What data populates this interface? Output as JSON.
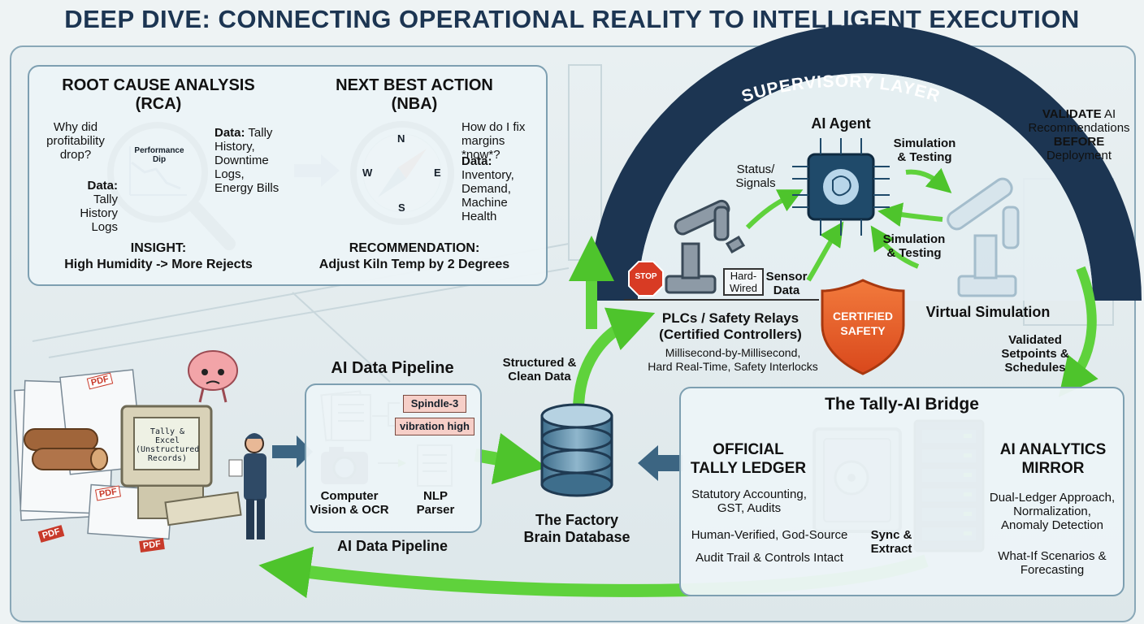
{
  "title": "DEEP DIVE: CONNECTING OPERATIONAL REALITY TO INTELLIGENT EXECUTION",
  "rca": {
    "heading1": "ROOT CAUSE ANALYSIS",
    "heading2": "(RCA)",
    "question1": "Why did",
    "question2": "profitability",
    "question3": "drop?",
    "data_label": "Data:",
    "data_left1": "Tally",
    "data_left2": "History",
    "data_left3": "Logs",
    "data_right1": "Data: Tally",
    "data_right2": "History,",
    "data_right3": "Downtime",
    "data_right4": "Logs,",
    "data_right5": "Energy Bills",
    "chart_label1": "Performance",
    "chart_label2": "Dip",
    "insight_label": "INSIGHT:",
    "insight_text": "High Humidity -> More Rejects"
  },
  "nba": {
    "heading1": "NEXT BEST ACTION",
    "heading2": "(NBA)",
    "question1": "How do I fix",
    "question2": "margins *now*?",
    "data1": "Data:",
    "data2": "Inventory,",
    "data3": "Demand,",
    "data4": "Machine",
    "data5": "Health",
    "compass_n": "N",
    "compass_e": "E",
    "compass_s": "S",
    "compass_w": "W",
    "rec_label": "RECOMMENDATION:",
    "rec_text": "Adjust Kiln Temp by 2 Degrees"
  },
  "supervisory": {
    "arc_label": "SUPERVISORY LAYER",
    "agent": "AI Agent",
    "status1": "Status/",
    "status2": "Signals",
    "sim_top1": "Simulation",
    "sim_top2": "& Testing",
    "sim_mid1": "Simulation",
    "sim_mid2": "& Testing",
    "stop": "STOP",
    "hard1": "Hard-",
    "hard2": "Wired",
    "sensor1": "Sensor",
    "sensor2": "Data",
    "plc1": "PLCs / Safety Relays",
    "plc2": "(Certified Controllers)",
    "ms1": "Millisecond-by-Millisecond,",
    "ms2": "Hard Real-Time, Safety Interlocks",
    "certified1": "CERTIFIED",
    "certified2": "SAFETY",
    "virtual": "Virtual Simulation"
  },
  "validate": {
    "line1a": "VALIDATE",
    "line1b": " AI",
    "line2": "Recommendations",
    "line3": "BEFORE",
    "line4": "Deployment"
  },
  "validated_setpoints": {
    "line1": "Validated",
    "line2": "Setpoints &",
    "line3": "Schedules"
  },
  "structured": {
    "line1": "Structured &",
    "line2": "Clean Data"
  },
  "factory": {
    "monitor1": "Tally & Excel",
    "monitor2": "(Unstructured",
    "monitor3": "Records)",
    "pdf": "PDF"
  },
  "pipeline": {
    "title_top": "AI Data Pipeline",
    "title_bottom": "AI Data Pipeline",
    "tag1": "Spindle-3",
    "tag2": "vibration high",
    "cv1": "Computer",
    "cv2": "Vision & OCR",
    "nlp1": "NLP",
    "nlp2": "Parser"
  },
  "database": {
    "line1": "The Factory",
    "line2": "Brain Database"
  },
  "bridge": {
    "title": "The Tally-AI Bridge",
    "ledger1": "OFFICIAL",
    "ledger2": "TALLY LEDGER",
    "stat1": "Statutory Accounting,",
    "stat2": "GST, Audits",
    "human": "Human-Verified, God-Source",
    "audit": "Audit Trail & Controls Intact",
    "sync1": "Sync &",
    "sync2": "Extract",
    "mirror1": "AI ANALYTICS",
    "mirror2": "MIRROR",
    "dual1": "Dual-Ledger Approach,",
    "dual2": "Normalization,",
    "dual3": "Anomaly Detection",
    "whatif1": "What-If Scenarios &",
    "whatif2": "Forecasting"
  },
  "colors": {
    "navy": "#1c3552",
    "green": "#5fd23c",
    "shield": "#e8622a",
    "steel": "#5f8aa6"
  }
}
